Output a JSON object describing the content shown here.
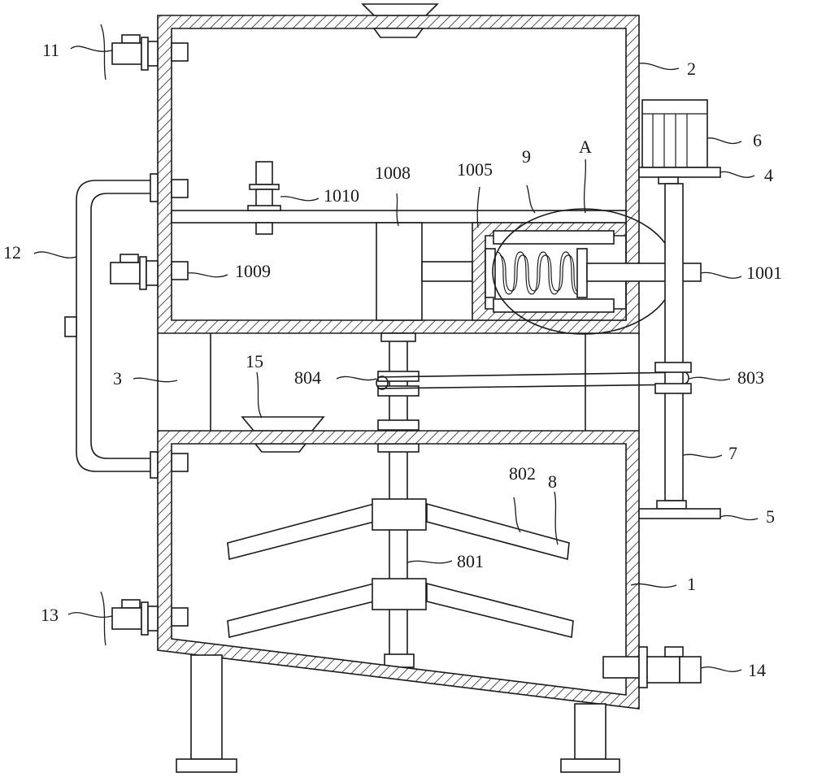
{
  "labels": {
    "l11": "11",
    "l2": "2",
    "l6": "6",
    "l4": "4",
    "l9": "9",
    "lA": "A",
    "l1008": "1008",
    "l1005": "1005",
    "l1010": "1010",
    "l12": "12",
    "l1009": "1009",
    "l1001": "1001",
    "l3": "3",
    "l15": "15",
    "l804": "804",
    "l803": "803",
    "l7": "7",
    "l802": "802",
    "l8": "8",
    "l5": "5",
    "l801": "801",
    "l1": "1",
    "l13": "13",
    "l14": "14"
  }
}
